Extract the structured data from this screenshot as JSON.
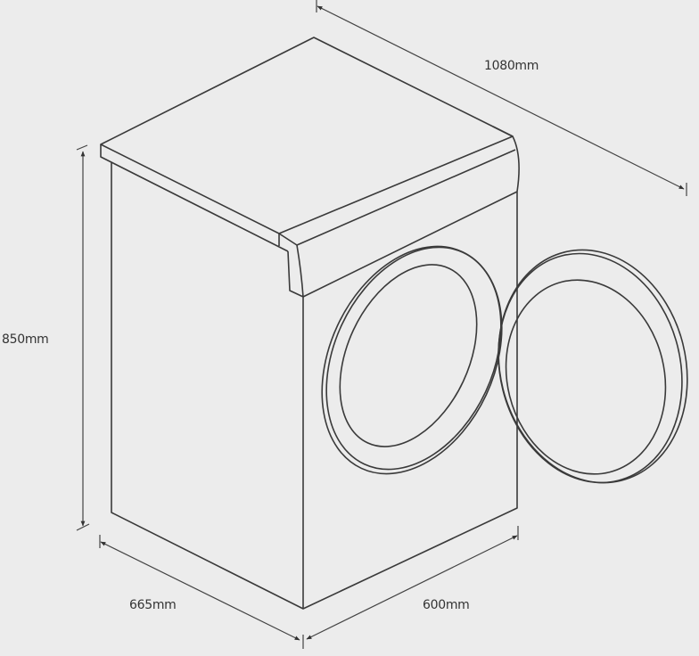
{
  "diagram": {
    "subject": "washing-machine-dimensions",
    "dimensions": {
      "depth_door_open": "1080mm",
      "height": "850mm",
      "depth": "665mm",
      "width": "600mm"
    },
    "colors": {
      "background": "#ececec",
      "line": "#3a3a3a"
    }
  }
}
